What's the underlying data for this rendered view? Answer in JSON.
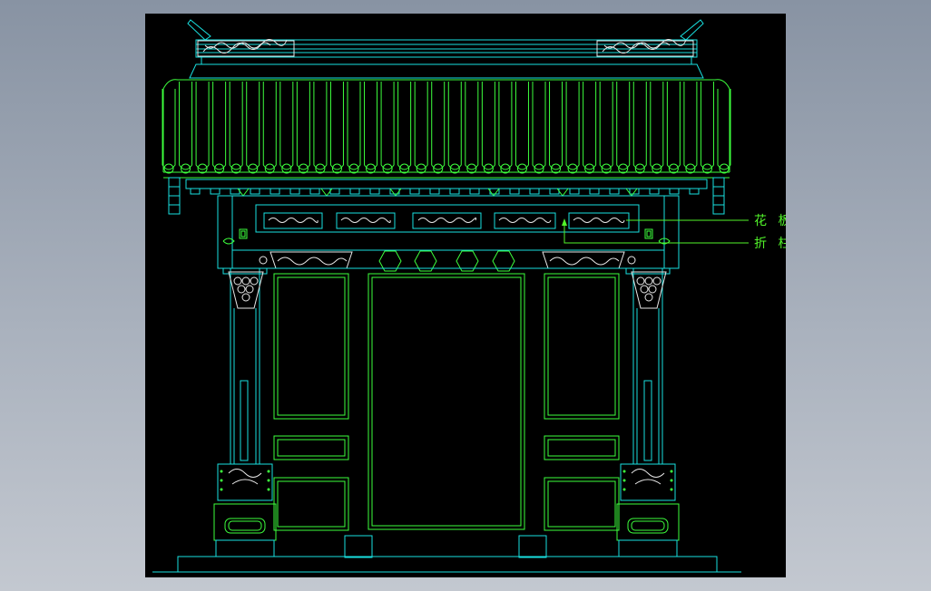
{
  "drawing": {
    "callouts": [
      {
        "id": "flower-board",
        "label": "花 板"
      },
      {
        "id": "folding-pillar",
        "label": "折 柱"
      }
    ]
  },
  "colors": {
    "background": "#000000",
    "line_cyan": "#19e0e0",
    "line_green": "#3dff3d",
    "line_white": "#e8e8e8",
    "label": "#52f52a"
  }
}
